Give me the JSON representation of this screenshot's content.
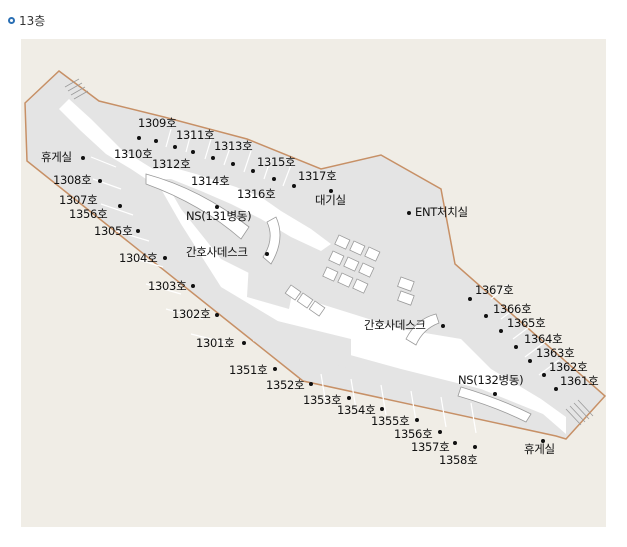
{
  "floor": {
    "label": "13층"
  },
  "rooms": {
    "r1309": "1309호",
    "r1311": "1311호",
    "r1313": "1313호",
    "r1310": "1310호",
    "r1312": "1312호",
    "r1315": "1315호",
    "r1314": "1314호",
    "r1317": "1317호",
    "r1316": "1316호",
    "r1308": "1308호",
    "r1307": "1307호",
    "r1356": "1356호",
    "r1305": "1305호",
    "r1304": "1304호",
    "r1303": "1303호",
    "r1302": "1302호",
    "r1301": "1301호",
    "r1351": "1351호",
    "r1352": "1352호",
    "r1353": "1353호",
    "r1354": "1354호",
    "r1355": "1355호",
    "r1356b": "1356호",
    "r1357": "1357호",
    "r1358": "1358호",
    "r1367": "1367호",
    "r1366": "1366호",
    "r1365": "1365호",
    "r1364": "1364호",
    "r1363": "1363호",
    "r1362": "1362호",
    "r1361": "1361호"
  },
  "facilities": {
    "lounge_nw": "휴게실",
    "lounge_se": "휴게실",
    "ns131": "NS(131병동)",
    "ns132": "NS(132병동)",
    "nurse_desk_1": "간호사데스크",
    "nurse_desk_2": "간호사데스크",
    "waiting": "대기실",
    "ent": "ENT처치실"
  },
  "colors": {
    "room_fill": "#e4e4e4",
    "corridor": "#ffffff",
    "outline": "#c79066",
    "background": "#f0ede6",
    "accent": "#2a6fb4"
  }
}
